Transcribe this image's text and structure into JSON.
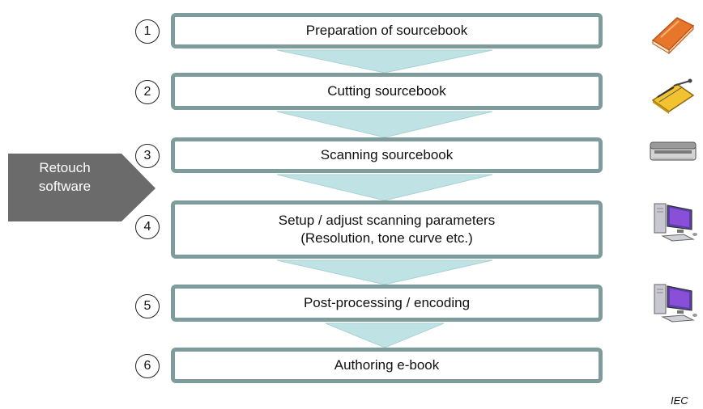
{
  "steps": [
    {
      "number": "1",
      "label_lines": [
        "Preparation of sourcebook"
      ],
      "icon": "book-icon"
    },
    {
      "number": "2",
      "label_lines": [
        "Cutting sourcebook"
      ],
      "icon": "paper-cutter-icon"
    },
    {
      "number": "3",
      "label_lines": [
        "Scanning sourcebook"
      ],
      "icon": "scanner-icon"
    },
    {
      "number": "4",
      "label_lines": [
        "Setup / adjust scanning parameters",
        "(Resolution, tone curve etc.)"
      ],
      "icon": "computer-icon"
    },
    {
      "number": "5",
      "label_lines": [
        "Post-processing / encoding"
      ],
      "icon": "computer-icon"
    },
    {
      "number": "6",
      "label_lines": [
        "Authoring e-book"
      ],
      "icon": ""
    }
  ],
  "side_label": {
    "lines": [
      "Retouch",
      "software"
    ]
  },
  "footer_mark": "IEC",
  "colors": {
    "box_border": "#7f9c9d",
    "arrow_fill": "#bfe3e5",
    "side_arrow_fill": "#6b6b6b"
  }
}
